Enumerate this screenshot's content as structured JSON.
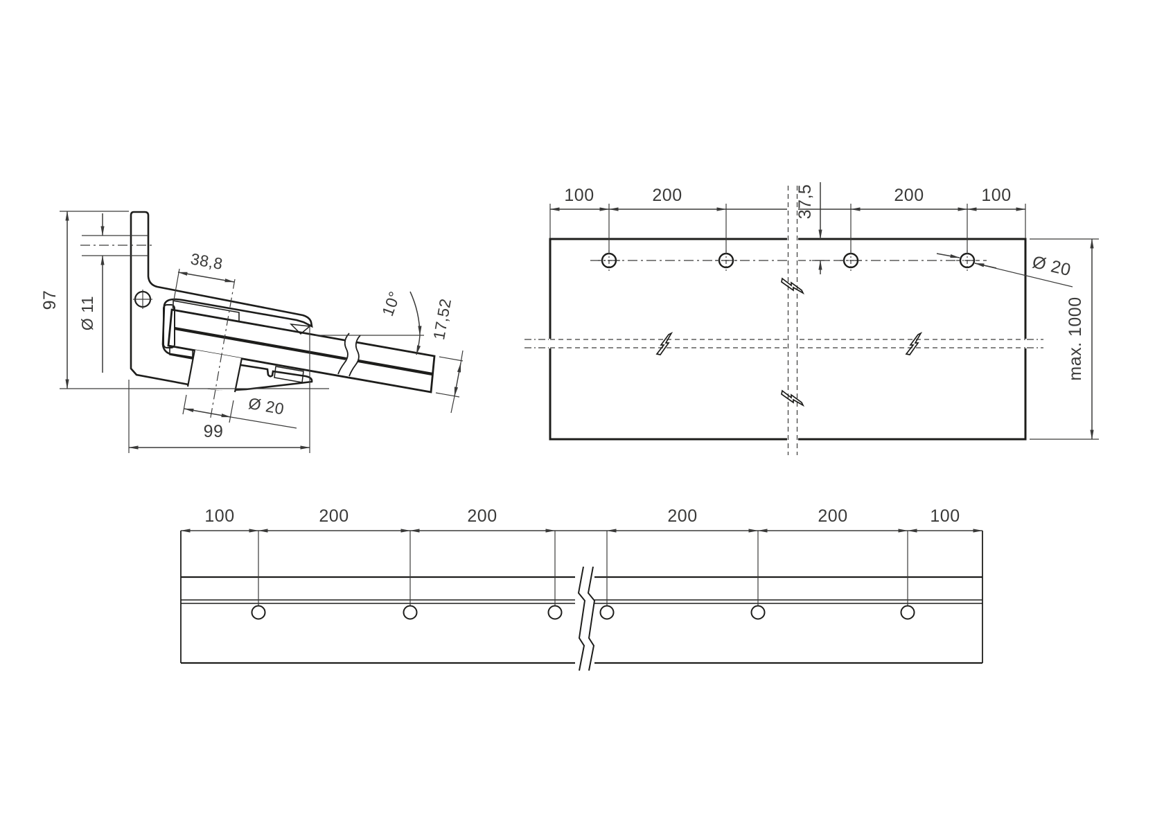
{
  "drawing": {
    "kind": "technical-drawing-glass-shelf-clamp",
    "colors": {
      "glass": "#6fa08e",
      "outline": "#1d1d1b",
      "dimension": "#3a3a39",
      "background": "#ffffff"
    },
    "section_view": {
      "dims": {
        "height": "97",
        "wall_hole": "Ø 11",
        "inset": "38,8",
        "angle": "10°",
        "thickness": "17,52",
        "bottom_hole": "Ø 20",
        "depth": "99"
      }
    },
    "plan_view": {
      "dims": {
        "edge_left": "100",
        "pitch_left": "200",
        "offset": "37,5",
        "pitch_right": "200",
        "edge_right": "100",
        "hole_dia": "Ø 20",
        "length": "max. 1000"
      }
    },
    "elevation_view": {
      "dims": [
        "100",
        "200",
        "200",
        "200",
        "200",
        "100"
      ]
    }
  }
}
